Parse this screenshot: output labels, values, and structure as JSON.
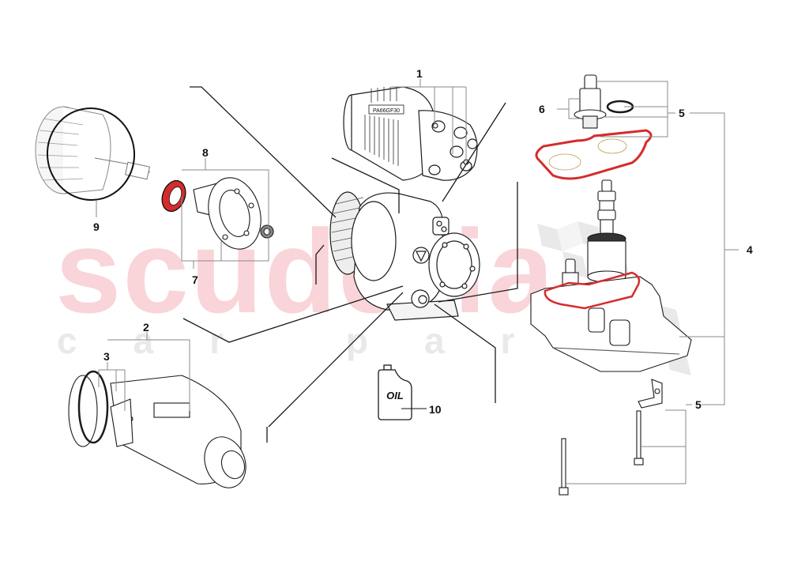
{
  "diagram": {
    "type": "exploded parts diagram",
    "subject": "transmission hydraulic/actuator assembly",
    "colors": {
      "line": "#1a1a1a",
      "leader": "#9a9a9a",
      "gasket_red": "#d62b2b",
      "watermark_brand": "#f9d4d8",
      "watermark_sub": "#e9e9ec",
      "checker": "#e4e4e4"
    }
  },
  "watermark": {
    "brand": "scuderia",
    "sub": "car parts"
  },
  "part_1_label_text": "PA66GF30",
  "oil_bottle_label": "OIL",
  "callouts": [
    {
      "id": "1",
      "label": "1"
    },
    {
      "id": "2",
      "label": "2"
    },
    {
      "id": "3",
      "label": "3"
    },
    {
      "id": "4",
      "label": "4"
    },
    {
      "id": "5a",
      "label": "5"
    },
    {
      "id": "5b",
      "label": "5"
    },
    {
      "id": "6",
      "label": "6"
    },
    {
      "id": "7",
      "label": "7"
    },
    {
      "id": "8",
      "label": "8"
    },
    {
      "id": "9",
      "label": "9"
    },
    {
      "id": "10",
      "label": "10"
    }
  ]
}
